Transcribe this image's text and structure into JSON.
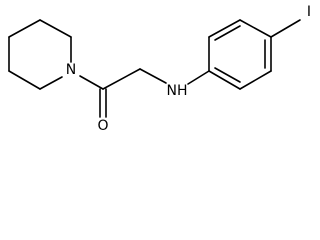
{
  "molecule": {
    "atoms": {
      "nitrogen_piperidine": "N",
      "oxygen_carbonyl": "O",
      "nitrogen_amine": "NH",
      "iodine": "I"
    },
    "colors": {
      "bond": "#000000",
      "label": "#000000",
      "background": "#ffffff"
    }
  }
}
